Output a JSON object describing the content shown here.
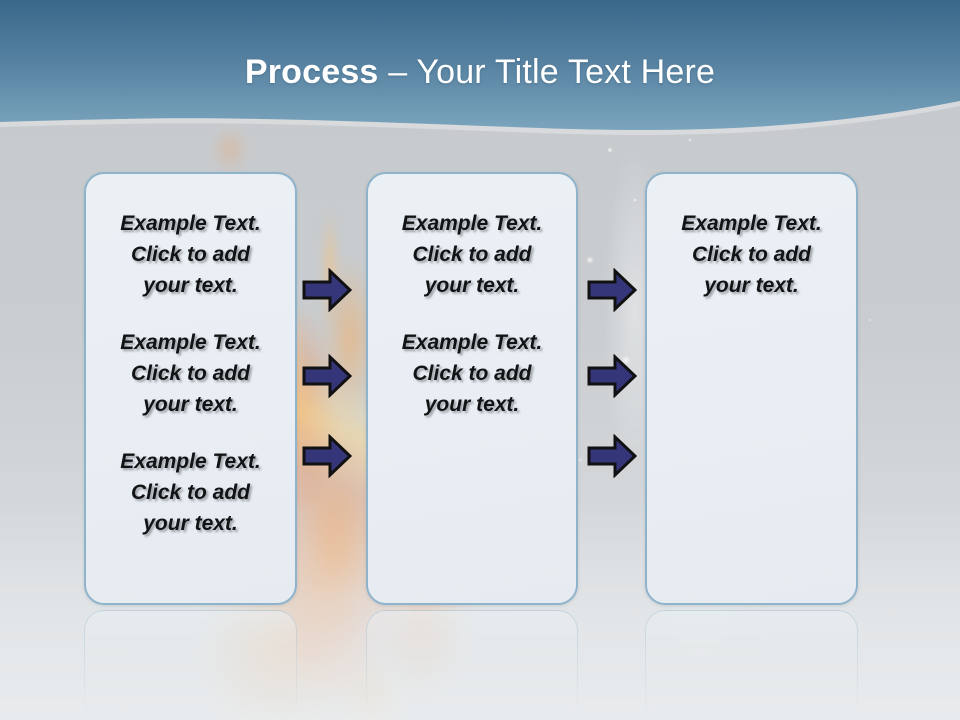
{
  "slide": {
    "title": {
      "bold_part": "Process",
      "rest": " – Your Title Text Here"
    },
    "theme": {
      "header_top_color": "#3c6c8d",
      "header_bottom_color": "#7aa3bc",
      "body_background_color": "#c9cdd0",
      "box_fill_color": "#e9eff4",
      "box_border_color": "#8fb3cb",
      "arrow_fill_color": "#35357a",
      "arrow_outline_color": "#111111",
      "title_text_color": "#ffffff",
      "body_text_color": "#111315"
    },
    "columns": [
      {
        "id": "column-1",
        "paragraphs": [
          "Example Text.\nClick  to add\nyour text.",
          "Example Text.\nClick  to add\nyour text.",
          "Example Text.\nClick  to add\nyour text."
        ]
      },
      {
        "id": "column-2",
        "paragraphs": [
          "Example Text.\nClick  to add\nyour text.",
          "Example Text.\nClick  to add\nyour text."
        ]
      },
      {
        "id": "column-3",
        "paragraphs": [
          "Example Text.\nClick  to add\nyour text."
        ]
      }
    ],
    "arrow_groups": [
      {
        "id": "arrows-between-1-and-2",
        "icon": "right-arrow-icon",
        "count": 3
      },
      {
        "id": "arrows-between-2-and-3",
        "icon": "right-arrow-icon",
        "count": 3
      }
    ]
  }
}
